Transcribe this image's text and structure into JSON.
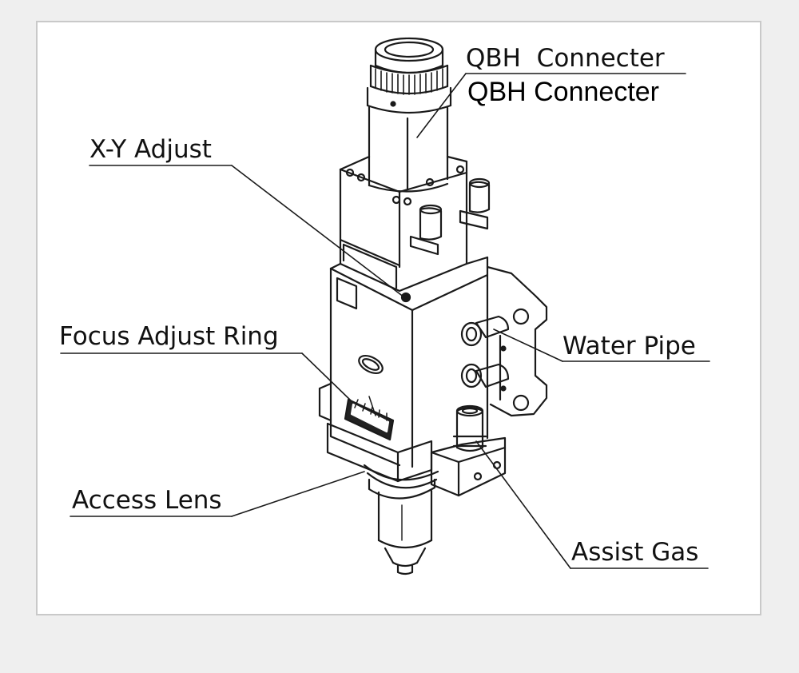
{
  "labels": {
    "qbh_connecter_1": "QBH  Connecter",
    "qbh_connecter_2": "QBH Connecter",
    "xy_adjust": "X-Y Adjust",
    "focus_adjust_ring": "Focus Adjust Ring",
    "water_pipe": "Water Pipe",
    "access_lens": "Access Lens",
    "assist_gas": "Assist Gas"
  },
  "colors": {
    "line": "#1a1a1a",
    "panel": "#ffffff",
    "page": "#efefef",
    "border": "#c9c9c9"
  }
}
